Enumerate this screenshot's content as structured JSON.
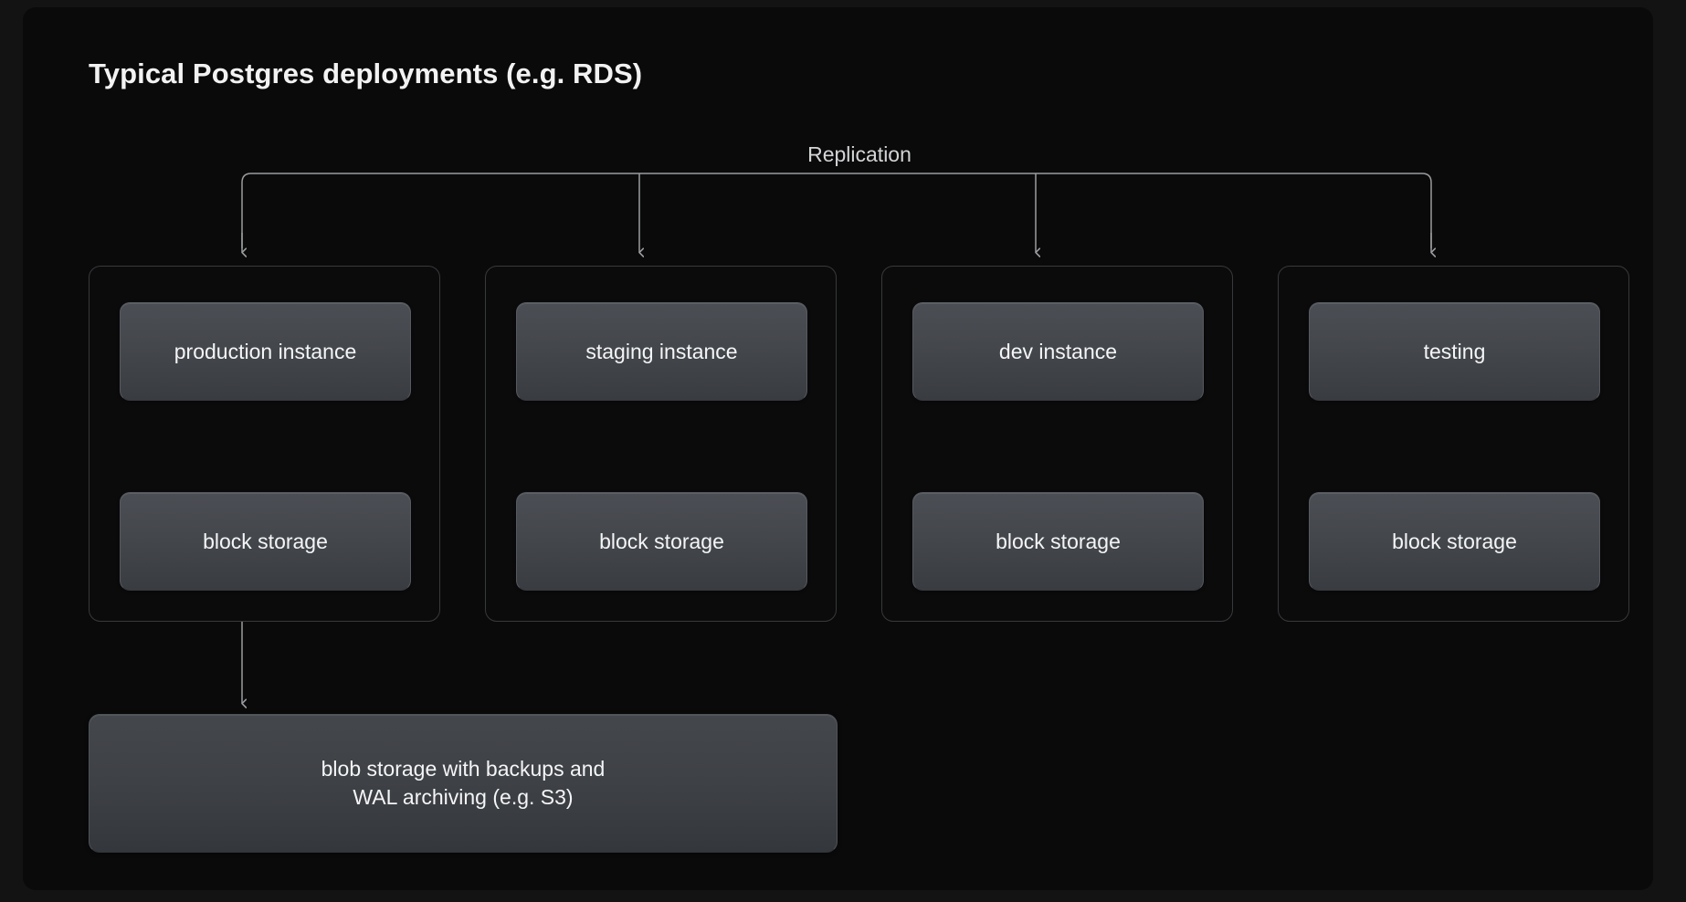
{
  "slide": {
    "title": "Typical Postgres deployments (e.g. RDS)",
    "replication_label": "Replication",
    "background_color": "#131313",
    "panel_color": "#0a0a0a",
    "node_color": "#44474c",
    "connector_color": "#9a9c9f",
    "text_color": "#f4f5f6"
  },
  "groups": [
    {
      "name": "production",
      "instance_label": "production instance",
      "storage_label": "block storage"
    },
    {
      "name": "staging",
      "instance_label": "staging instance",
      "storage_label": "block storage"
    },
    {
      "name": "dev",
      "instance_label": "dev instance",
      "storage_label": "block storage"
    },
    {
      "name": "testing",
      "instance_label": "testing",
      "storage_label": "block storage"
    }
  ],
  "blob_storage": {
    "label": "blob storage with backups and\nWAL archiving (e.g. S3)"
  }
}
